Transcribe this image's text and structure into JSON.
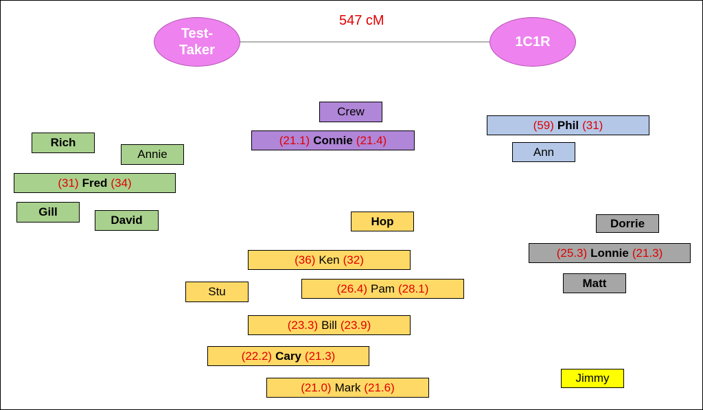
{
  "header": {
    "left": "Test-\nTaker",
    "right": "1C1R",
    "cm": "547 cM"
  },
  "nodes": {
    "crew": "Crew",
    "connie": {
      "l": "(21.1)",
      "n": "Connie",
      "r": "(21.4)"
    },
    "rich": "Rich",
    "annie": "Annie",
    "fred": {
      "l": "(31)",
      "n": "Fred",
      "r": "(34)"
    },
    "gill": "Gill",
    "david": "David",
    "phil": {
      "l": "(59)",
      "n": "Phil",
      "r": "(31)"
    },
    "ann": "Ann",
    "hop": "Hop",
    "ken": {
      "l": "(36)",
      "n": "Ken",
      "r": "(32)"
    },
    "stu": "Stu",
    "pam": {
      "l": "(26.4)",
      "n": "Pam",
      "r": "(28.1)"
    },
    "bill": {
      "l": "(23.3)",
      "n": "Bill",
      "r": "(23.9)"
    },
    "cary": {
      "l": "(22.2)",
      "n": "Cary",
      "r": "(21.3)"
    },
    "mark": {
      "l": "(21.0)",
      "n": "Mark",
      "r": "(21.6)"
    },
    "dorrie": "Dorrie",
    "lonnie": {
      "l": "(25.3)",
      "n": "Lonnie",
      "r": "(21.3)"
    },
    "matt": "Matt",
    "jimmy": "Jimmy"
  }
}
